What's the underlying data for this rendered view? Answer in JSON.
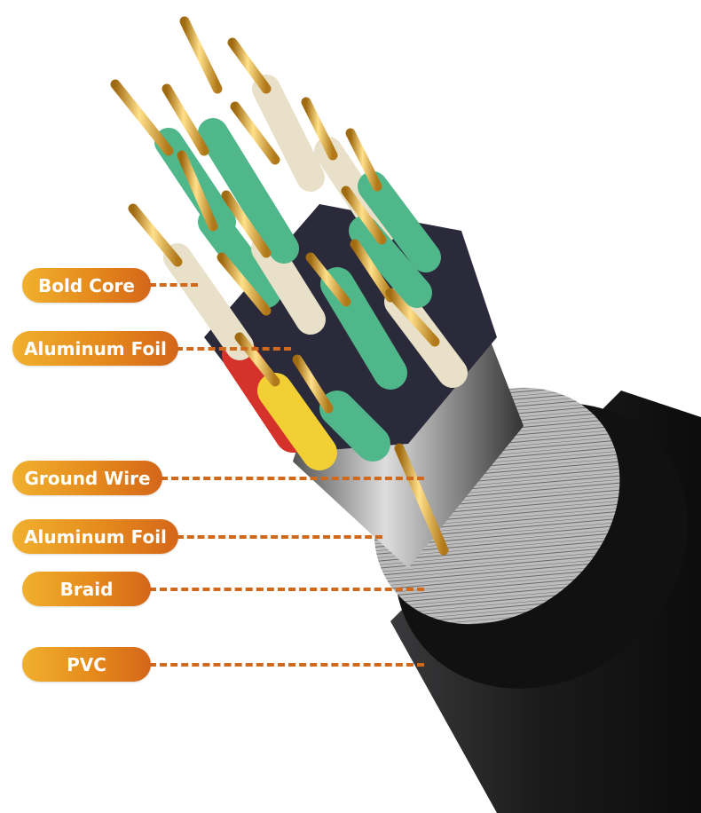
{
  "labels": [
    {
      "text": "Bold Core"
    },
    {
      "text": "Aluminum Foil"
    },
    {
      "text": "Ground Wire"
    },
    {
      "text": "Aluminum Foil"
    },
    {
      "text": "Braid"
    },
    {
      "text": "PVC"
    }
  ],
  "colors": {
    "pill_start": "#f0b02e",
    "pill_end": "#d4661a",
    "leader": "#d0691c",
    "jacket": "#1c1c1e",
    "gold": "#d9a63a",
    "green": "#4fb78a"
  }
}
